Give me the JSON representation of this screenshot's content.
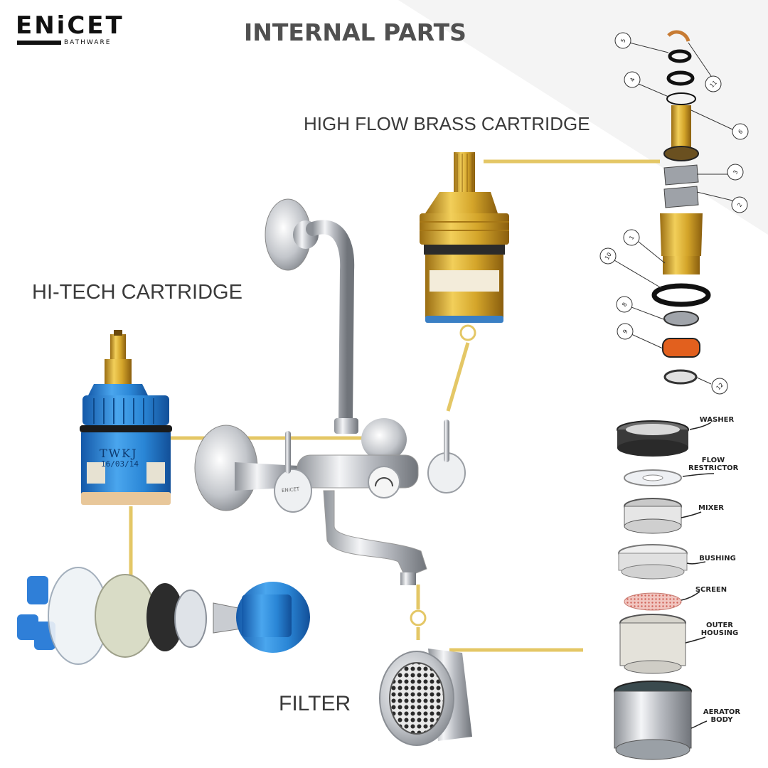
{
  "brand": {
    "name": "ENiCET",
    "tagline": "BATHWARE"
  },
  "title": "INTERNAL PARTS",
  "labels": {
    "high_flow": "HIGH FLOW BRASS CARTRIDGE",
    "hi_tech": "HI-TECH CARTRIDGE",
    "filter": "FILTER"
  },
  "cartridge_markings": {
    "line1": "TWKJ",
    "line2": "16/03/14"
  },
  "tap_handle_text": "ENiCET",
  "exploded_callouts": [
    "5",
    "11",
    "4",
    "6",
    "3",
    "2",
    "1",
    "10",
    "8",
    "9",
    "12"
  ],
  "aerator_parts": {
    "washer": "WASHER",
    "flow_restrictor": "FLOW\nRESTRICTOR",
    "mixer": "MIXER",
    "bushing": "BUSHING",
    "screen": "SCREEN",
    "outer_housing": "OUTER\nHOUSING",
    "aerator_body": "AERATOR\nBODY"
  },
  "colors": {
    "connector": "#e4c766",
    "brass": "#d4a52a",
    "blue": "#2a86d6",
    "chrome": "#c9ccd1",
    "title": "#505050"
  }
}
